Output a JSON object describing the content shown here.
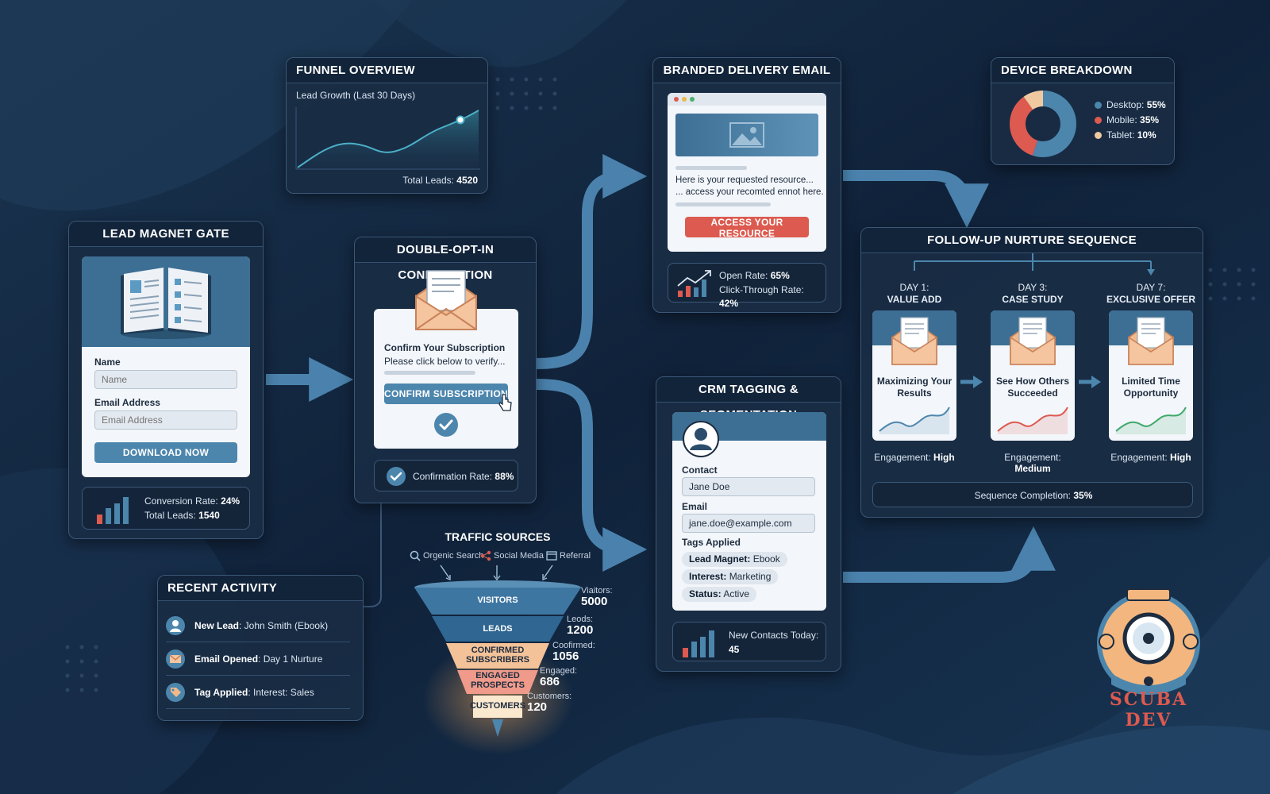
{
  "lead_magnet": {
    "title": "LEAD MAGNET GATE",
    "name_label": "Name",
    "name_placeholder": "Name",
    "email_label": "Email Address",
    "email_placeholder": "Email Address",
    "button": "DOWNLOAD NOW",
    "conversion_label": "Conversion Rate:",
    "conversion_value": "24%",
    "total_label": "Total Leads:",
    "total_value": "1540"
  },
  "funnel_overview": {
    "title": "FUNNEL OVERVIEW",
    "subtitle": "Lead Growth (Last 30 Days)",
    "total_label": "Total Leads:",
    "total_value": "4520"
  },
  "double_opt_in": {
    "title": "DOUBLE-OPT-IN CONFIRMATION",
    "heading": "Confirm Your Subscription",
    "text": "Please click below to verify...",
    "button": "CONFIRM SUBSCRIPTION",
    "rate_label": "Confirmation Rate:",
    "rate_value": "88%"
  },
  "branded_email": {
    "title": "BRANDED DELIVERY EMAIL",
    "line1": "Here is your requested resource...",
    "line2": "... access your recomted ennot here.",
    "button": "ACCESS YOUR RESOURCE",
    "open_label": "Open Rate:",
    "open_value": "65%",
    "ctr_label": "Click-Through Rate:",
    "ctr_value": "42%"
  },
  "device_breakdown": {
    "title": "DEVICE BREAKDOWN",
    "segments": [
      {
        "label": "Desktop:",
        "value": "55%",
        "share": 55,
        "color": "#4c86ad"
      },
      {
        "label": "Mobile:",
        "value": "35%",
        "share": 35,
        "color": "#dc5a4f"
      },
      {
        "label": "Tablet:",
        "value": "10%",
        "share": 10,
        "color": "#f1c9a0"
      }
    ]
  },
  "nurture": {
    "title": "FOLLOW-UP NURTURE SEQUENCE",
    "steps": [
      {
        "day": "DAY 1:",
        "name": "VALUE ADD",
        "card": "Maximizing Your Results",
        "eng_label": "Engagement:",
        "eng_value": "High",
        "line_color": "#4c86ad"
      },
      {
        "day": "DAY 3:",
        "name": "CASE STUDY",
        "card": "See How Others Succeeded",
        "eng_label": "Engagement:",
        "eng_value": "Medium",
        "line_color": "#dc5a4f"
      },
      {
        "day": "DAY 7:",
        "name": "EXCLUSIVE OFFER",
        "card": "Limited Time Opportunity",
        "eng_label": "Engagement:",
        "eng_value": "High",
        "line_color": "#3fa86a"
      }
    ],
    "completion_label": "Sequence Completion:",
    "completion_value": "35%"
  },
  "crm": {
    "title": "CRM TAGGING & SEGMENTATION",
    "contact_label": "Contact",
    "contact_value": "Jane Doe",
    "email_label": "Email",
    "email_value": "jane.doe@example.com",
    "tags_label": "Tags Applied",
    "tags": [
      {
        "key": "Lead Magnet:",
        "val": "Ebook"
      },
      {
        "key": "Interest:",
        "val": "Marketing"
      },
      {
        "key": "Status:",
        "val": "Active"
      }
    ],
    "new_label": "New Contacts Today:",
    "new_value": "45"
  },
  "recent": {
    "title": "RECENT ACTIVITY",
    "items": [
      {
        "key": "New Lead",
        "val": ": John Smith (Ebook)",
        "icon": "user-icon"
      },
      {
        "key": "Email Opened",
        "val": ": Day 1 Nurture",
        "icon": "envelope-icon"
      },
      {
        "key": "Tag Applied",
        "val": ": Interest: Sales",
        "icon": "tag-icon"
      }
    ]
  },
  "traffic": {
    "title": "TRAFFIC SOURCES",
    "sources": [
      "Orgenic Search",
      "Social Media",
      "Referral"
    ],
    "stages": [
      {
        "name": "VISITORS",
        "label": "Viaitors:",
        "value": "5000"
      },
      {
        "name": "LEADS",
        "label": "Leods:",
        "value": "1200"
      },
      {
        "name": "CONFIRMED SUBSCRIBERS",
        "label": "Coofirmed:",
        "value": "1056"
      },
      {
        "name": "ENGAGED PROSPECTS",
        "label": "Engaged:",
        "value": "686"
      },
      {
        "name": "CUSTOMERS",
        "label": "Customers:",
        "value": "120"
      }
    ]
  },
  "logo": {
    "text": "SCUBA DEV"
  }
}
